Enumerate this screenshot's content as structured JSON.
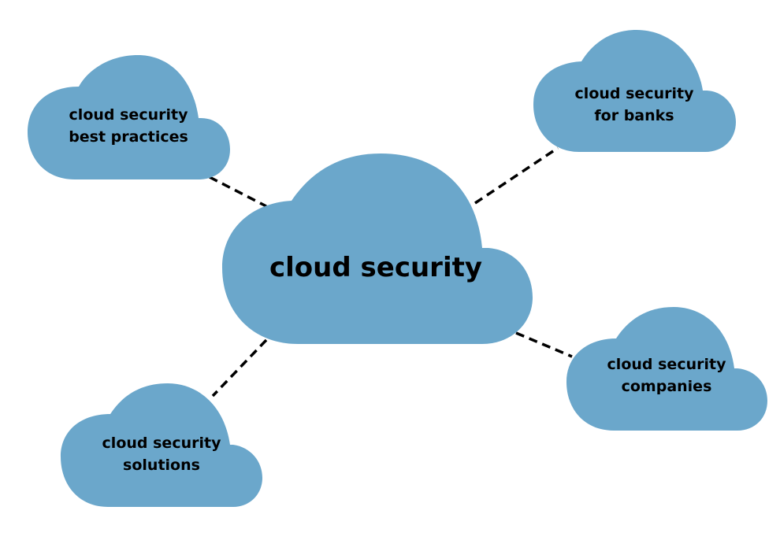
{
  "colors": {
    "cloud_fill": "#6ba7cb",
    "connector": "#000000",
    "text": "#000000"
  },
  "center": {
    "label": "cloud security"
  },
  "nodes": {
    "top_left": {
      "line1": "cloud security",
      "line2": "best practices"
    },
    "top_right": {
      "line1": "cloud security",
      "line2": "for banks"
    },
    "bottom_left": {
      "line1": "cloud security",
      "line2": "solutions"
    },
    "bottom_right": {
      "line1": "cloud security",
      "line2": "companies"
    }
  }
}
